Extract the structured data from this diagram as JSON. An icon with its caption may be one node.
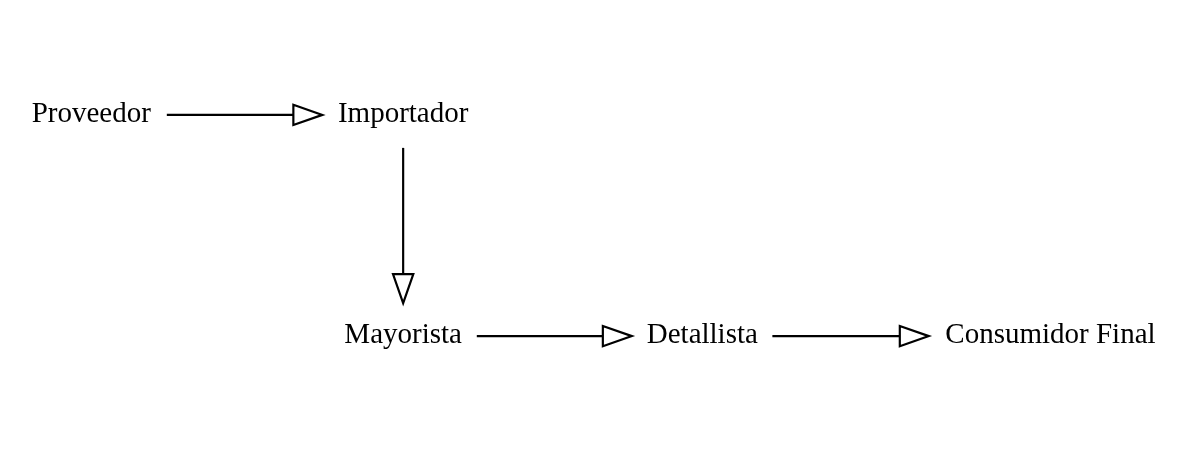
{
  "diagram": {
    "nodes": [
      {
        "text": [
          "Proveedor"
        ]
      },
      {
        "text": [
          "Importador"
        ]
      },
      {
        "text": [
          "Mayorista"
        ]
      },
      {
        "text": [
          "Detallista"
        ]
      },
      {
        "text": [
          "Consumidor Final"
        ]
      }
    ],
    "edges": [
      {
        "from": 0,
        "to": 1,
        "arrow": "to"
      },
      {
        "from": 1,
        "to": 2,
        "arrow": "to"
      },
      {
        "from": 2,
        "to": 3,
        "arrow": "to"
      },
      {
        "from": 3,
        "to": 4,
        "arrow": "to"
      }
    ]
  }
}
